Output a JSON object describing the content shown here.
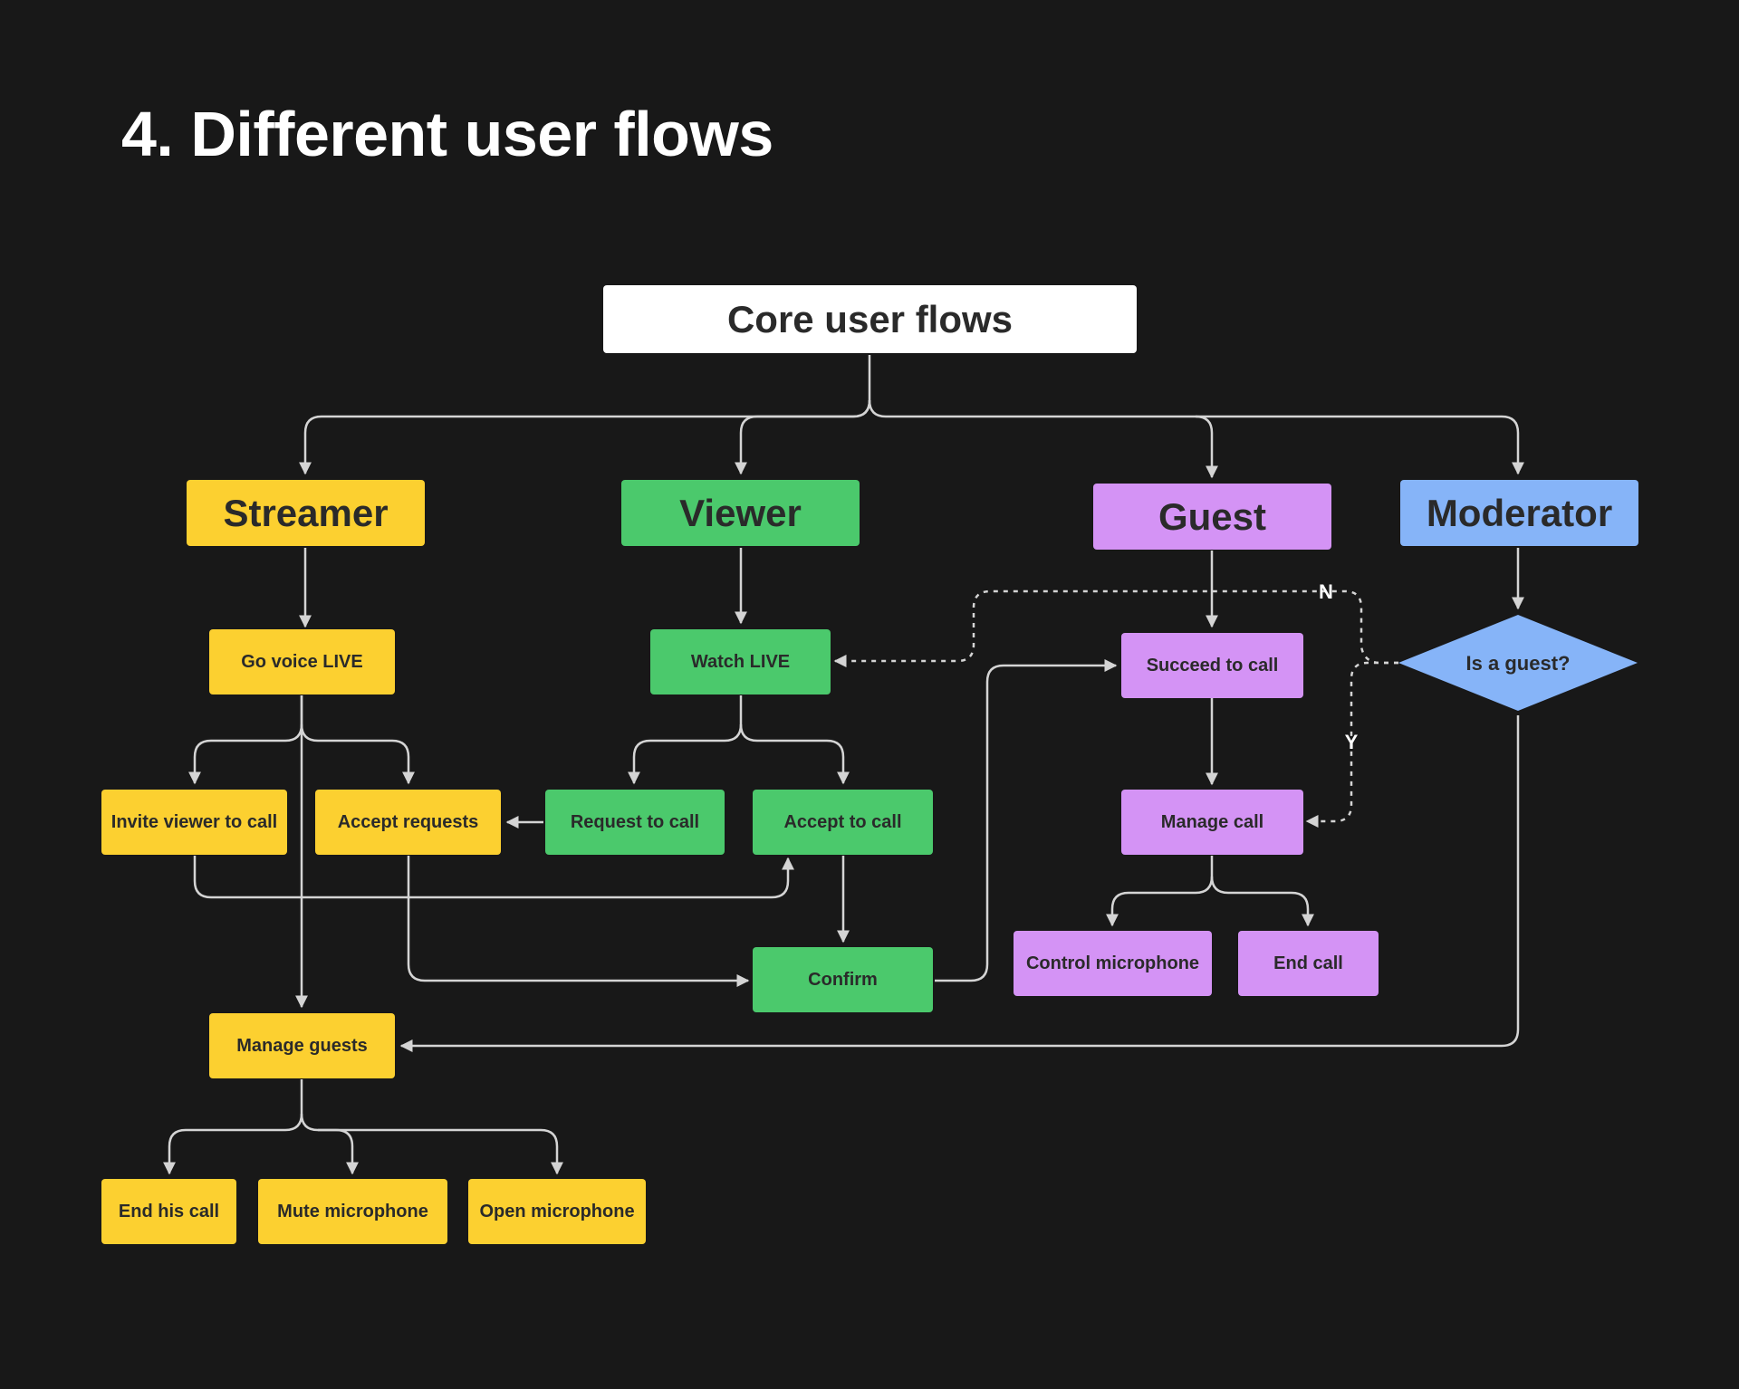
{
  "title": "4. Different user flows",
  "root": "Core user flows",
  "roles": {
    "streamer": "Streamer",
    "viewer": "Viewer",
    "guest": "Guest",
    "moderator": "Moderator"
  },
  "streamer": {
    "go_live": "Go voice LIVE",
    "invite": "Invite viewer to call",
    "accept_requests": "Accept requests",
    "manage_guests": "Manage guests",
    "end_his_call": "End his call",
    "mute_mic": "Mute microphone",
    "open_mic": "Open microphone"
  },
  "viewer": {
    "watch_live": "Watch LIVE",
    "request_call": "Request to call",
    "accept_call": "Accept to call",
    "confirm": "Confirm"
  },
  "guest": {
    "succeed": "Succeed to call",
    "manage_call": "Manage call",
    "control_mic": "Control microphone",
    "end_call": "End call"
  },
  "moderator": {
    "decision": "Is a guest?",
    "yes": "Y",
    "no": "N"
  },
  "colors": {
    "background": "#181818",
    "streamer": "#fcd030",
    "viewer": "#4bc96c",
    "guest": "#d493f5",
    "moderator": "#86b4f8",
    "connector": "#d4d4d4"
  }
}
